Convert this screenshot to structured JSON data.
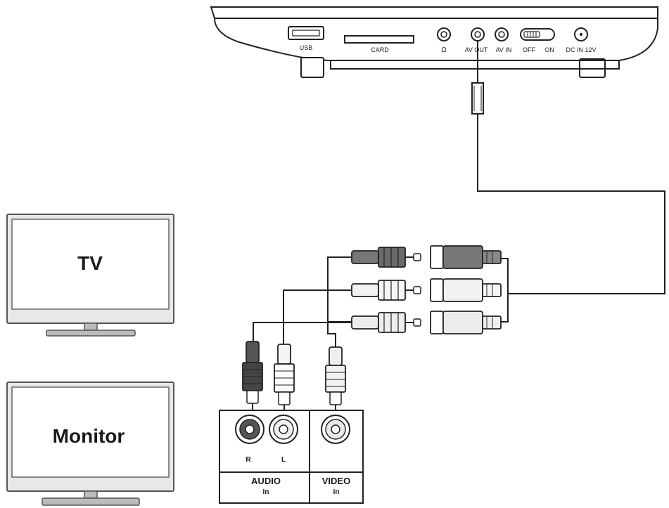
{
  "player": {
    "ports": {
      "usb": "USB",
      "card": "CARD",
      "headphone": "Ω",
      "av_out": "AV OUT",
      "av_in": "AV IN",
      "off": "OFF",
      "on": "ON",
      "dc_in": "DC IN 12V"
    }
  },
  "devices": {
    "tv": "TV",
    "monitor": "Monitor"
  },
  "panel": {
    "audio_r": "R",
    "audio_l": "L",
    "audio": "AUDIO",
    "audio_sub": "In",
    "video": "VIDEO",
    "video_sub": "In"
  }
}
